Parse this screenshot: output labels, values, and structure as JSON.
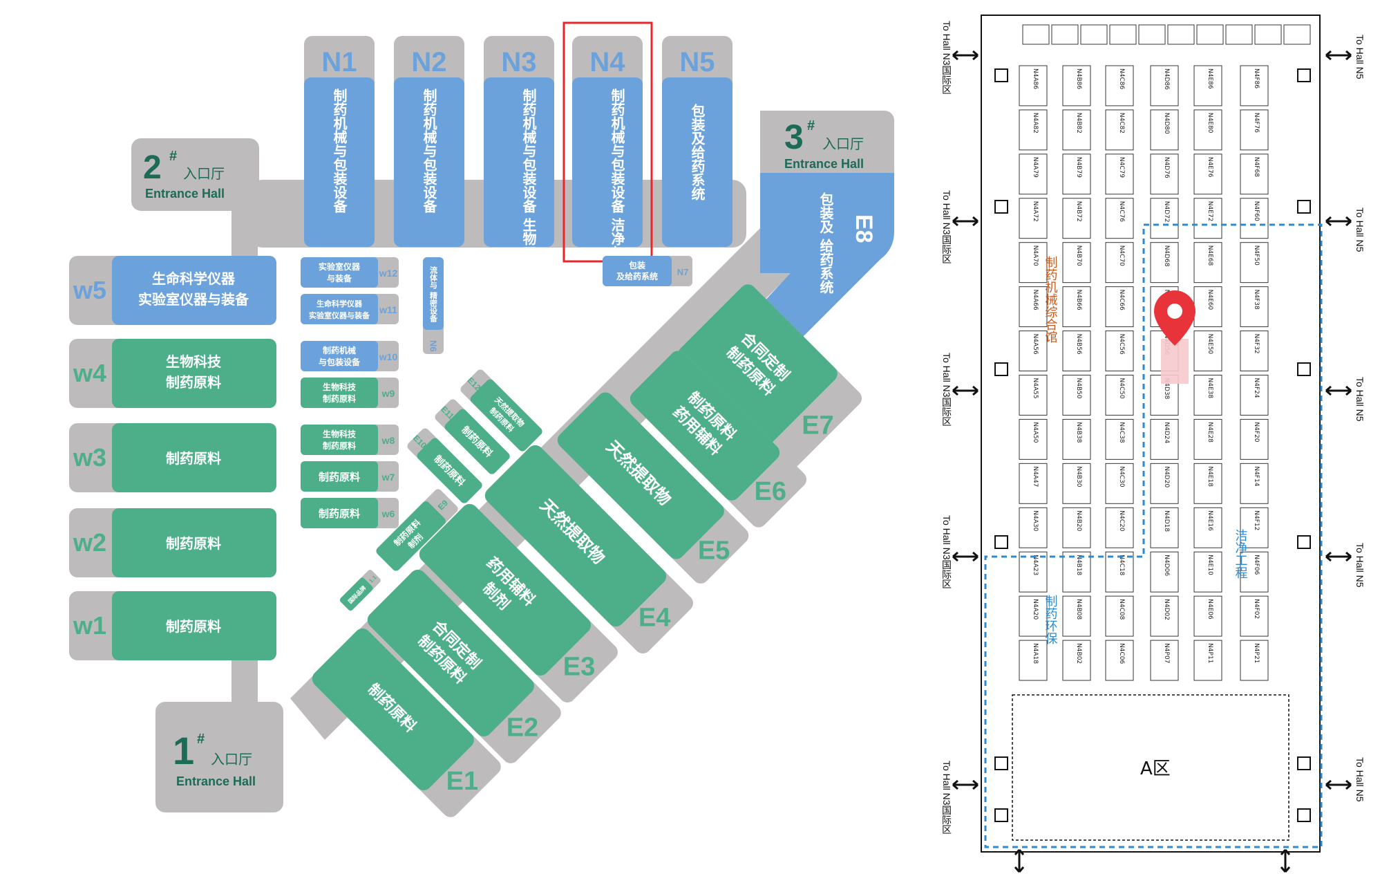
{
  "halls": {
    "N1": {
      "id": "N1",
      "label": "制药机械与包装设备"
    },
    "N2": {
      "id": "N2",
      "label": "制药机械与包装设备"
    },
    "N3": {
      "id": "N3",
      "label": "制药机械与包装设备 生物工程"
    },
    "N4": {
      "id": "N4",
      "label": "制药机械与包装设备 洁净与环保"
    },
    "N5": {
      "id": "N5",
      "label": "包装及给药系统"
    },
    "E8": {
      "id": "E8",
      "label": "包装及 给药系统"
    },
    "W5": {
      "id": "w5",
      "label1": "生命科学仪器",
      "label2": "实验室仪器与装备"
    },
    "W4": {
      "id": "w4",
      "label1": "生物科技",
      "label2": "制药原料"
    },
    "W3": {
      "id": "w3",
      "label": "制药原料"
    },
    "W2": {
      "id": "w2",
      "label": "制药原料"
    },
    "W1": {
      "id": "w1",
      "label": "制药原料"
    },
    "W12": {
      "id": "w12",
      "label1": "实验室仪器",
      "label2": "与装备"
    },
    "W11": {
      "id": "w11",
      "label1": "生命科学仪器",
      "label2": "实验室仪器与装备"
    },
    "W10": {
      "id": "w10",
      "label1": "制药机械",
      "label2": "与包装设备"
    },
    "W9": {
      "id": "w9",
      "label1": "生物科技",
      "label2": "制药原料"
    },
    "W8": {
      "id": "w8",
      "label1": "生物科技",
      "label2": "制药原料"
    },
    "W7": {
      "id": "w7",
      "label": "制药原料"
    },
    "W6": {
      "id": "w6",
      "label": "制药原料"
    },
    "N6": {
      "id": "N6",
      "label": "流体与 精密设备"
    },
    "N7": {
      "id": "N7",
      "label1": "包装",
      "label2": "及给药系统"
    },
    "E7": {
      "id": "E7",
      "label1": "合同定制",
      "label2": "制药原料"
    },
    "E6": {
      "id": "E6",
      "label1": "制药原料",
      "label2": "药用辅料"
    },
    "E5": {
      "id": "E5",
      "label": "天然提取物"
    },
    "E4": {
      "id": "E4",
      "label": "天然提取物"
    },
    "E3": {
      "id": "E3",
      "label1": "药用辅料",
      "label2": "制剂"
    },
    "E2": {
      "id": "E2",
      "label1": "合同定制",
      "label2": "制药原料"
    },
    "E1": {
      "id": "E1",
      "label": "制药原料"
    },
    "E12": {
      "id": "E12",
      "label1": "天然提取物",
      "label2": "制药原料"
    },
    "E11": {
      "id": "E11",
      "label": "制药原料"
    },
    "E10": {
      "id": "E10",
      "label": "制药原料"
    },
    "E9": {
      "id": "E9",
      "label1": "制药原料",
      "label2": "制剂"
    },
    "H11": {
      "id": "1.1",
      "label": "国际品牌"
    }
  },
  "entrances": {
    "e1": {
      "num": "1",
      "sup": "#",
      "cn": "入口厅",
      "en": "Entrance Hall"
    },
    "e2": {
      "num": "2",
      "sup": "#",
      "cn": "入口厅",
      "en": "Entrance Hall"
    },
    "e3": {
      "num": "3",
      "sup": "#",
      "cn": "入口厅",
      "en": "Entrance Hall"
    }
  },
  "floorplan": {
    "left_edge_label": "To Hall N3国际区",
    "right_edge_label": "To Hall N5",
    "zone_labels": [
      "制药机械综合馆",
      "洁净工程",
      "制药环保"
    ],
    "zone_a": "A区",
    "rows": [
      [
        "N4A86",
        "N4B86",
        "N4C86",
        "N4D86",
        "N4E86",
        "N4F86"
      ],
      [
        "N4A82",
        "N4B82",
        "N4C82",
        "N4D80",
        "N4E80",
        "N4F76"
      ],
      [
        "N4A79",
        "N4B79",
        "N4C79",
        "N4D76",
        "N4E76",
        "N4F68"
      ],
      [
        "N4A72",
        "N4B72",
        "N4C76",
        "N4D72",
        "N4E72",
        "N4F60"
      ],
      [
        "N4A70",
        "N4B70",
        "N4C70",
        "N4D68",
        "N4E68",
        "N4F50"
      ],
      [
        "N4A66",
        "N4B66",
        "N4C66",
        "N4D70",
        "N4E60",
        "N4F38"
      ],
      [
        "N4A56",
        "N4B56",
        "N4C56",
        "N4D56",
        "N4E50",
        "N4F32"
      ],
      [
        "N4A55",
        "N4B50",
        "N4C50",
        "N4D38",
        "N4E38",
        "N4F24"
      ],
      [
        "N4A50",
        "N4B38",
        "N4C38",
        "N4D24",
        "N4E28",
        "N4F20"
      ],
      [
        "N4A47",
        "N4B30",
        "N4C30",
        "N4D20",
        "N4E18",
        "N4F14"
      ],
      [
        "N4A30",
        "N4B20",
        "N4C20",
        "N4D18",
        "N4E16",
        "N4F12"
      ],
      [
        "N4A23",
        "N4B18",
        "N4C18",
        "N4D06",
        "N4E10",
        "N4F06"
      ],
      [
        "N4A20",
        "N4B08",
        "N4C08",
        "N4D02",
        "N4E06",
        "N4F02"
      ],
      [
        "N4A18",
        "N4B02",
        "N4C06",
        "N4P07",
        "N4P11",
        "N4P21"
      ]
    ]
  },
  "colors": {
    "blue": "#6ca2db",
    "green": "#4caf8a",
    "gray": "#bdbbbb",
    "highlight": "#e8262b",
    "zone_dash": "#2d8ad1",
    "zone_orange": "#c85a1a",
    "zone_blue": "#2d8ad1",
    "pin": "#e8333b"
  }
}
